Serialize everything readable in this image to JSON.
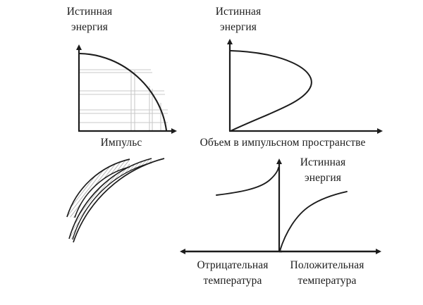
{
  "figure": {
    "background_color": "#ffffff",
    "stroke_color": "#1c1c1c",
    "grid_color": "#c9c9c9",
    "title": "",
    "panels": [
      {
        "id": "panel-fermi-surface",
        "position": "top-left",
        "y_axis_label": "Истинная энергия",
        "x_axis_label": "Импульс",
        "curve_description": "quarter-circle-arc",
        "grid": "light-gray-paired-lines"
      },
      {
        "id": "panel-momentum-space-volume",
        "position": "top-right",
        "y_axis_label": "Истинная энергия",
        "x_axis_label": "Объем в импульсном пространстве",
        "curve_description": "sideways-parabola",
        "grid": "none"
      },
      {
        "id": "panel-arc-bands",
        "position": "bottom-left",
        "y_axis_label": "",
        "x_axis_label": "",
        "curve_description": "concentric-hatched-arc-bands",
        "grid": "none"
      },
      {
        "id": "panel-temperature",
        "position": "bottom-right",
        "y_axis_label": "Истинная энергия",
        "x_axis_label_left": "Отрицательная температура",
        "x_axis_label_right": "Положительная температура",
        "curve_description": "two-saturating-branches",
        "grid": "none"
      }
    ]
  },
  "chart_data": [
    {
      "type": "line",
      "id": "fermi-surface-quarter-circle",
      "title": "",
      "xlabel": "Импульс",
      "ylabel": "Истинная энергия",
      "xlim": [
        0,
        1
      ],
      "ylim": [
        0,
        1
      ],
      "grid": true,
      "legend": "none",
      "x": [
        0.0,
        0.1,
        0.2,
        0.3,
        0.4,
        0.5,
        0.6,
        0.7,
        0.8,
        0.9,
        0.95,
        1.0
      ],
      "values": [
        1.0,
        0.995,
        0.98,
        0.954,
        0.917,
        0.866,
        0.8,
        0.714,
        0.6,
        0.436,
        0.312,
        0.0
      ],
      "gridlines_x": [
        0.66,
        0.72,
        0.9,
        0.95
      ],
      "gridlines_y": [
        0.18,
        0.23,
        0.48,
        0.56,
        0.8
      ]
    },
    {
      "type": "line",
      "id": "momentum-space-volume-parabola",
      "title": "",
      "xlabel": "Объем в импульсном пространстве",
      "ylabel": "Истинная энергия",
      "xlim": [
        0,
        1
      ],
      "ylim": [
        0,
        1
      ],
      "grid": false,
      "legend": "none",
      "x": [
        0.0,
        0.2,
        0.4,
        0.6,
        0.75,
        0.88,
        0.94,
        0.9,
        0.78,
        0.6,
        0.4,
        0.2,
        0.0
      ],
      "values": [
        0.0,
        0.08,
        0.17,
        0.27,
        0.35,
        0.46,
        0.58,
        0.72,
        0.84,
        0.92,
        0.96,
        0.985,
        1.0
      ]
    },
    {
      "type": "line",
      "id": "concentric-arc-bands",
      "title": "",
      "xlabel": "",
      "ylabel": "",
      "grid": false,
      "legend": "none",
      "series": [
        {
          "name": "inner-hatched-band",
          "radius": 0.42,
          "width": 0.075
        },
        {
          "name": "middle-band",
          "radius": 0.7,
          "width": 0.03
        },
        {
          "name": "outer-arc",
          "radius": 0.82,
          "width": 0.008
        }
      ]
    },
    {
      "type": "line",
      "id": "temperature-energy",
      "title": "",
      "xlabel_left": "Отрицательная температура",
      "xlabel_right": "Положительная температура",
      "ylabel": "Истинная энергия",
      "xlim": [
        -1,
        1
      ],
      "ylim": [
        0,
        1
      ],
      "grid": false,
      "legend": "none",
      "series": [
        {
          "name": "negative-temperature-branch",
          "x": [
            -1.0,
            -0.85,
            -0.7,
            -0.55,
            -0.4,
            -0.28,
            -0.18,
            -0.1,
            -0.04,
            0.0
          ],
          "values": [
            0.62,
            0.63,
            0.645,
            0.665,
            0.695,
            0.735,
            0.79,
            0.855,
            0.93,
            1.0
          ]
        },
        {
          "name": "positive-temperature-branch",
          "x": [
            0.0,
            0.06,
            0.14,
            0.24,
            0.36,
            0.5,
            0.64,
            0.78,
            0.9,
            1.0
          ],
          "values": [
            0.0,
            0.12,
            0.26,
            0.38,
            0.47,
            0.545,
            0.59,
            0.62,
            0.635,
            0.645
          ]
        }
      ]
    }
  ],
  "labels": {
    "panel1_y": "Истинная\nэнергия",
    "panel1_y_line1": "Истинная",
    "panel1_y_line2": "энергия",
    "panel1_x": "Импульс",
    "panel2_y_line1": "Истинная",
    "panel2_y_line2": "энергия",
    "panel2_x": "Объем в импульсном пространстве",
    "panel4_y_line1": "Истинная",
    "panel4_y_line2": "энергия",
    "panel4_x_left_line1": "Отрицательная",
    "panel4_x_left_line2": "температура",
    "panel4_x_right_line1": "Положительная",
    "panel4_x_right_line2": "температура"
  }
}
